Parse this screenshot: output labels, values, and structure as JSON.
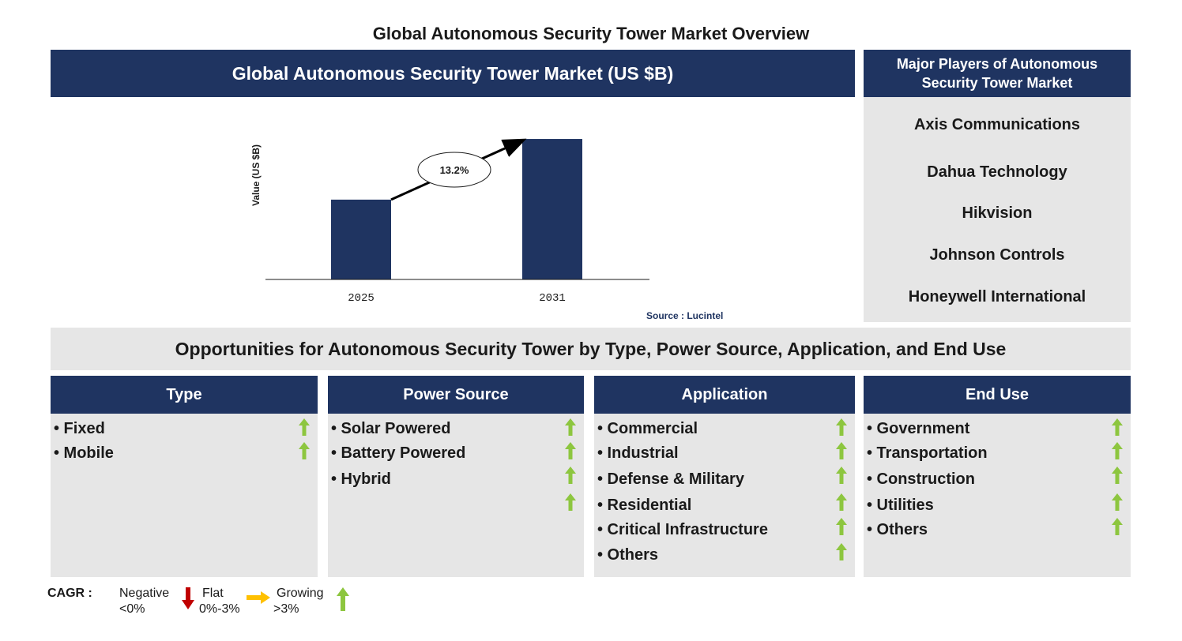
{
  "page_title": "Global Autonomous Security Tower Market Overview",
  "chart_header": "Global Autonomous Security Tower Market (US $B)",
  "players": {
    "header": "Major Players of Autonomous Security Tower Market",
    "items": [
      "Axis Communications",
      "Dahua Technology",
      "Hikvision",
      "Johnson Controls",
      "Honeywell International"
    ]
  },
  "chart_data": {
    "type": "bar",
    "categories": [
      "2025",
      "2031"
    ],
    "values": [
      1.0,
      1.76
    ],
    "ylabel": "Value (US $B)",
    "annotation": "13.2%",
    "ylim": [
      0,
      1.8
    ],
    "grid": false,
    "bar_color": "#1f3461"
  },
  "source": "Source : Lucintel",
  "opportunities_title": "Opportunities for Autonomous Security Tower by Type, Power Source, Application, and End Use",
  "segments": [
    {
      "title": "Type",
      "items": [
        "• Fixed",
        "• Mobile"
      ],
      "arrows": 2
    },
    {
      "title": "Power Source",
      "items": [
        "• Solar Powered",
        "• Battery Powered",
        "• Hybrid"
      ],
      "arrows": 4
    },
    {
      "title": "Application",
      "items": [
        "• Commercial",
        "• Industrial",
        "• Defense & Military",
        "• Residential",
        "• Critical Infrastructure",
        "• Others"
      ],
      "arrows": 6
    },
    {
      "title": "End Use",
      "items": [
        "• Government",
        "• Transportation",
        "• Construction",
        "• Utilities",
        "• Others"
      ],
      "arrows": 5
    }
  ],
  "legend": {
    "label": "CAGR :",
    "negative": {
      "name": "Negative",
      "range": "<0%"
    },
    "flat": {
      "name": "Flat",
      "range": "0%-3%"
    },
    "growing": {
      "name": "Growing",
      "range": ">3%"
    }
  },
  "colors": {
    "navy": "#1f3461",
    "panel_grey": "#e6e6e6",
    "up_arrow": "#8dc63f",
    "down_arrow": "#c00000",
    "flat_arrow": "#ffc000"
  }
}
